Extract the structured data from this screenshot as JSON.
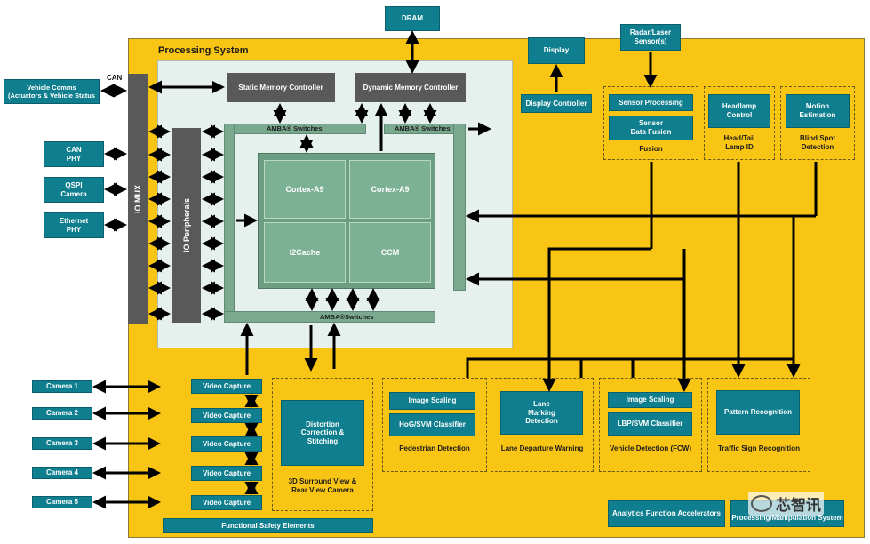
{
  "diagram": {
    "dram": "DRAM",
    "display": "Display",
    "radar": "Radar/Laser\nSensor(s)",
    "can_top": "CAN",
    "vehicle_comms": "Vehicle Comms\n(Actuators & Vehicle Status",
    "can_phy": "CAN\nPHY",
    "qspi_camera": "QSPI\nCamera",
    "ethernet_phy": "Ethernet\nPHY",
    "processing_system": "Processing System",
    "static_mem": "Static Memory Controller",
    "dynamic_mem": "Dynamic Memory Controller",
    "amba_switches": "AMBA® Switches",
    "amba_switches_bottom": "AMBA®Switches",
    "io_mux": "IO MUX",
    "io_peripherals": "IO Peripherals",
    "cortex_a9_1": "Cortex-A9",
    "cortex_a9_2": "Cortex-A9",
    "l2cache": "l2Cache",
    "ccm": "CCM",
    "display_controller": "Display Controller",
    "sensor_processing": "Sensor Processing",
    "sensor_data_fusion": "Sensor\nData Fusion",
    "fusion": "Fusion",
    "headlamp_control": "Headlamp\nControl",
    "head_tail": "Head/Tail\nLamp ID",
    "motion_estimation": "Motion\nEstimation",
    "blind_spot": "Blind Spot\nDetection",
    "cameras": [
      "Camera 1",
      "Camera 2",
      "Camera 3",
      "Camera 4",
      "Camera 5"
    ],
    "video_capture": "Video Capture",
    "distortion": "Distortion\nCorrection &\nStitching",
    "surround_view": "3D Surround View &\nRear View Camera",
    "image_scaling_1": "Image Scaling",
    "hog_svm": "HoG/SVM Classifier",
    "pedestrian": "Pedestrian Detection",
    "lane_marking": "Lane\nMarking\nDetection",
    "lane_departure": "Lane Departure Warning",
    "image_scaling_2": "Image Scaling",
    "lbp_svm": "LBP/SVM Classifier",
    "vehicle_detection": "Vehicle Detection (FCW)",
    "pattern_recognition": "Pattern Recognition",
    "traffic_sign": "Traffic Sign Recognition",
    "functional_safety": "Functional Safety Elements",
    "analytics": "Analytics Function Accelerators",
    "processing_manipulation": "Processing/Manipulation System",
    "watermark": "芯智讯"
  },
  "colors": {
    "background_yellow": "#f9c514",
    "teal_block": "#0f7e8e",
    "processing_system_bg": "#e6f0ec",
    "grey_block": "#595959",
    "amba_green": "#7ba98f"
  }
}
